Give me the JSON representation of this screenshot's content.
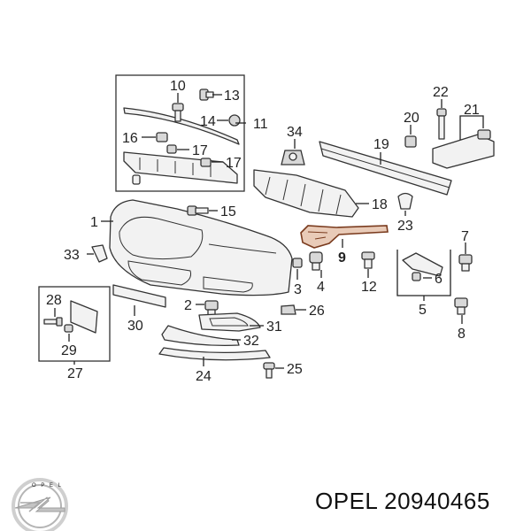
{
  "diagram": {
    "callouts": [
      {
        "id": "1",
        "label": "1"
      },
      {
        "id": "2",
        "label": "2"
      },
      {
        "id": "3",
        "label": "3"
      },
      {
        "id": "4",
        "label": "4"
      },
      {
        "id": "5",
        "label": "5"
      },
      {
        "id": "6",
        "label": "6"
      },
      {
        "id": "7",
        "label": "7"
      },
      {
        "id": "8",
        "label": "8"
      },
      {
        "id": "9",
        "label": "9"
      },
      {
        "id": "10",
        "label": "10"
      },
      {
        "id": "11",
        "label": "11"
      },
      {
        "id": "12",
        "label": "12"
      },
      {
        "id": "13",
        "label": "13"
      },
      {
        "id": "14",
        "label": "14"
      },
      {
        "id": "15",
        "label": "15"
      },
      {
        "id": "16",
        "label": "16"
      },
      {
        "id": "17a",
        "label": "17"
      },
      {
        "id": "17b",
        "label": "17"
      },
      {
        "id": "18",
        "label": "18"
      },
      {
        "id": "19",
        "label": "19"
      },
      {
        "id": "20",
        "label": "20"
      },
      {
        "id": "21",
        "label": "21"
      },
      {
        "id": "22",
        "label": "22"
      },
      {
        "id": "23",
        "label": "23"
      },
      {
        "id": "24",
        "label": "24"
      },
      {
        "id": "25",
        "label": "25"
      },
      {
        "id": "26",
        "label": "26"
      },
      {
        "id": "27",
        "label": "27"
      },
      {
        "id": "28",
        "label": "28"
      },
      {
        "id": "29",
        "label": "29"
      },
      {
        "id": "30",
        "label": "30"
      },
      {
        "id": "31",
        "label": "31"
      },
      {
        "id": "32",
        "label": "32"
      },
      {
        "id": "33",
        "label": "33"
      },
      {
        "id": "34",
        "label": "34"
      }
    ],
    "highlighted_part": "9",
    "highlight_color": "#c0622f"
  },
  "caption": {
    "text": "OPEL 20940465"
  },
  "logo": {
    "icon": "opel-logo-icon"
  }
}
